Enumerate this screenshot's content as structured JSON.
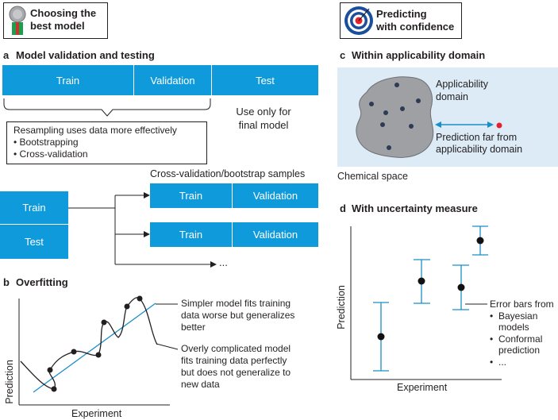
{
  "headers": {
    "left": {
      "title_line1": "Choosing the",
      "title_line2": "best model",
      "icon": "balance-model-icon"
    },
    "right": {
      "title_line1": "Predicting",
      "title_line2": "with confidence",
      "icon": "target-icon"
    }
  },
  "panel_a": {
    "letter": "a",
    "title": "Model validation and testing",
    "split": [
      "Train",
      "Validation",
      "Test"
    ],
    "test_note_line1": "Use only for",
    "test_note_line2": "final model",
    "resampling_title": "Resampling uses data more effectively",
    "resampling_items": [
      "Bootstrapping",
      "Cross-validation"
    ],
    "left_stack": [
      "Train",
      "Test"
    ],
    "cv_title": "Cross-validation/bootstrap samples",
    "cv_rows": [
      [
        "Train",
        "Validation"
      ],
      [
        "Train",
        "Validation"
      ]
    ],
    "ellipsis": "..."
  },
  "panel_b": {
    "letter": "b",
    "title": "Overfitting",
    "ylabel": "Prediction",
    "xlabel": "Experiment",
    "note1": [
      "Simpler model fits training",
      "data worse but generalizes",
      "better"
    ],
    "note2": [
      "Overly complicated model",
      "fits training data perfectly",
      "but does not generalize to",
      "new data"
    ]
  },
  "panel_c": {
    "letter": "c",
    "title": "Within applicability domain",
    "domain_label_line1": "Applicability",
    "domain_label_line2": "domain",
    "far_label_line1": "Prediction far from",
    "far_label_line2": "applicability domain",
    "space_label": "Chemical space"
  },
  "panel_d": {
    "letter": "d",
    "title": "With uncertainty measure",
    "ylabel": "Prediction",
    "xlabel": "Experiment",
    "errorbar_title": "Error bars from",
    "errorbar_items": [
      [
        "Bayesian",
        "models"
      ],
      [
        "Conformal",
        "prediction"
      ],
      [
        "..."
      ]
    ]
  },
  "colors": {
    "box_blue": "#0f9bdb",
    "line_blue": "#1a8fc7",
    "domain_bg": "#dcebf6",
    "blob": "#9ea0a3",
    "red": "#e4222b"
  }
}
